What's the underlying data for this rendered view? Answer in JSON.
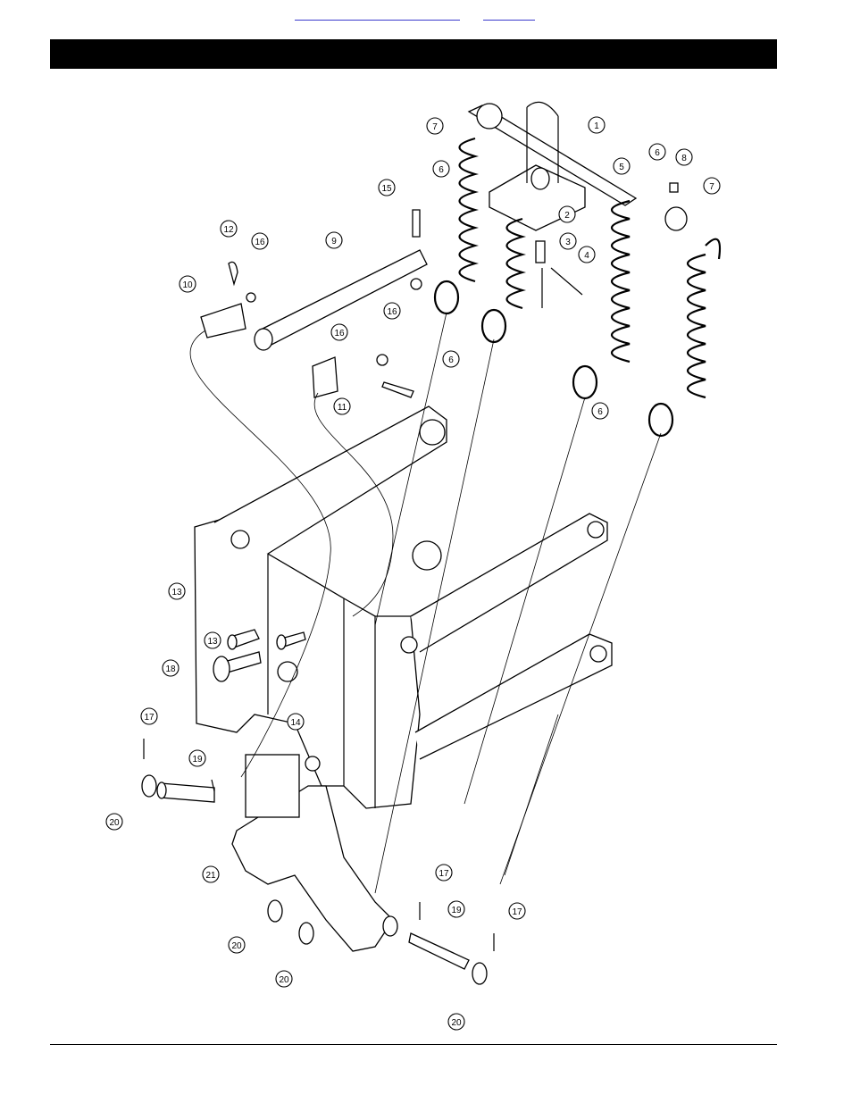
{
  "header": {
    "links": [
      "",
      ""
    ],
    "title": ""
  },
  "callouts": [
    "1",
    "2",
    "3",
    "4",
    "5",
    "6",
    "7",
    "8",
    "9",
    "10",
    "11",
    "12",
    "13",
    "15",
    "16",
    "17",
    "18",
    "19",
    "20",
    "21",
    "14"
  ],
  "colors": {
    "title_bar": "#000000",
    "link": "#3a3acc",
    "ink": "#000000"
  }
}
